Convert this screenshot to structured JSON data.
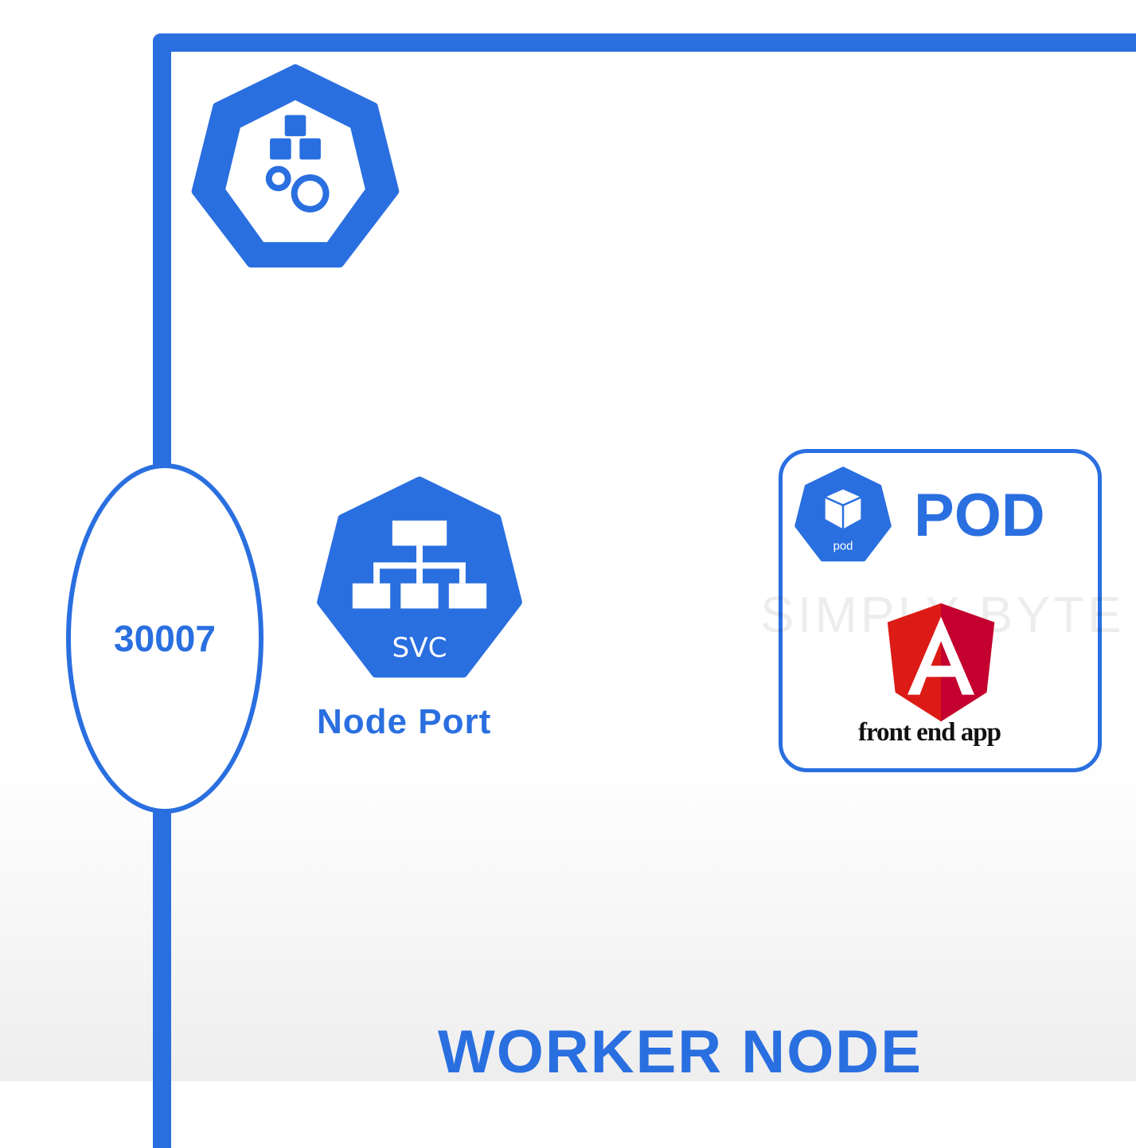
{
  "port": {
    "number": "30007"
  },
  "service": {
    "icon_label": "SVC",
    "type_label": "Node Port"
  },
  "pod": {
    "title": "POD",
    "icon_label": "pod",
    "app_label": "front end app"
  },
  "node": {
    "label": "WORKER NODE"
  },
  "watermark": "SIMPLY BYTE",
  "colors": {
    "primary": "#2a6fe0",
    "angular_red": "#dd1b16"
  }
}
